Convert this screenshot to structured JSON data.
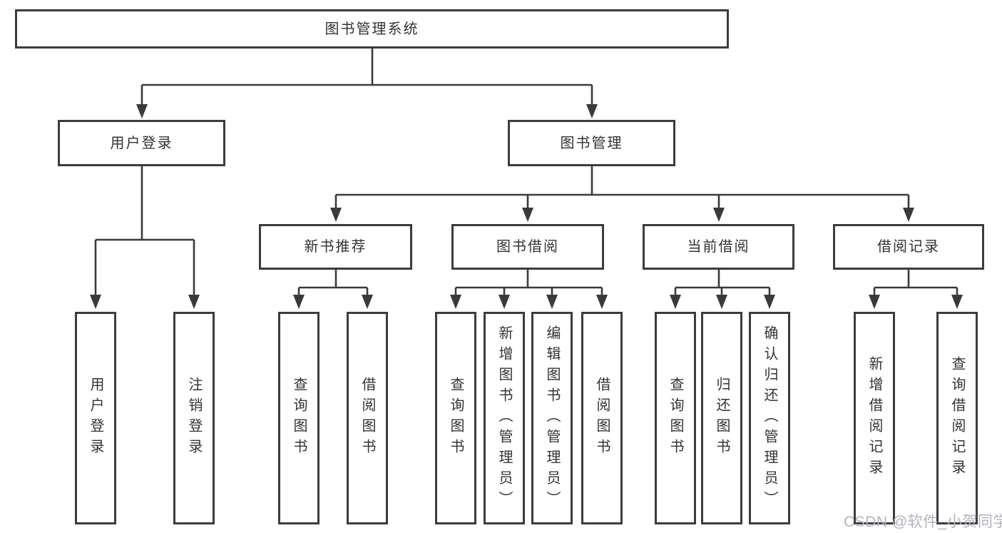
{
  "diagram": {
    "root": {
      "label": "图书管理系统"
    },
    "branches": [
      {
        "label": "用户登录",
        "leaves": [
          {
            "label": "用户登录"
          },
          {
            "label": "注销登录"
          }
        ]
      },
      {
        "label": "图书管理",
        "groups": [
          {
            "label": "新书推荐",
            "leaves": [
              {
                "label": "查询图书"
              },
              {
                "label": "借阅图书"
              }
            ]
          },
          {
            "label": "图书借阅",
            "leaves": [
              {
                "label": "查询图书"
              },
              {
                "label": "新增图书（管理员）"
              },
              {
                "label": "编辑图书（管理员）"
              },
              {
                "label": "借阅图书"
              }
            ]
          },
          {
            "label": "当前借阅",
            "leaves": [
              {
                "label": "查询图书"
              },
              {
                "label": "归还图书"
              },
              {
                "label": "确认归还（管理员）"
              }
            ]
          },
          {
            "label": "借阅记录",
            "leaves": [
              {
                "label": "新增借阅记录"
              },
              {
                "label": "查询借阅记录"
              }
            ]
          }
        ]
      }
    ]
  },
  "watermark": {
    "text": "CSDN @软件_小贺同学"
  },
  "colors": {
    "background": "#ffffff",
    "line": "#3a3a3a",
    "box_border": "#3c3c3c",
    "text": "#333333",
    "watermark": "#b3b3bc"
  }
}
